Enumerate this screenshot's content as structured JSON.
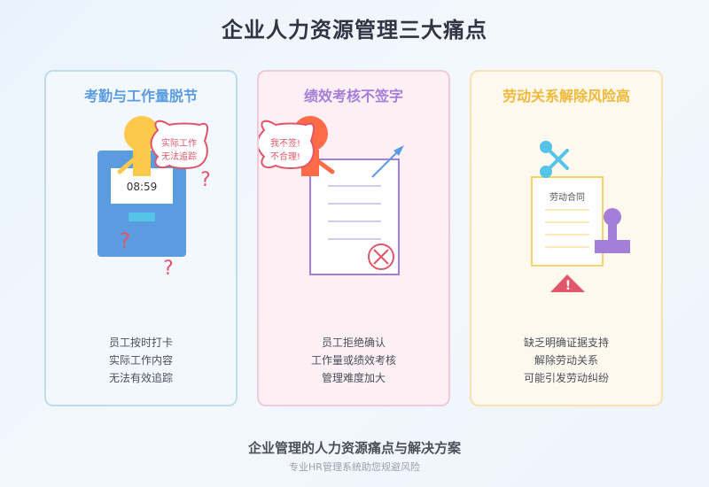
{
  "page": {
    "title": "企业人力资源管理三大痛点",
    "footer_title": "企业管理的人力资源痛点与解决方案",
    "footer_subtitle": "专业HR管理系统助您规避风险"
  },
  "cards": [
    {
      "title": "考勤与工作量脱节",
      "clock_time": "08:59",
      "bubble_lines": [
        "实际工作",
        "无法追踪"
      ],
      "question_mark": "?",
      "desc_lines": [
        "员工按时打卡",
        "实际工作内容",
        "无法有效追踪"
      ],
      "accent_color": "#5b9be0"
    },
    {
      "title": "绩效考核不签字",
      "bubble_lines": [
        "我不签!",
        "不合理!"
      ],
      "desc_lines": [
        "员工拒绝确认",
        "工作量或绩效考核",
        "管理难度加大"
      ],
      "accent_color": "#a47ed9"
    },
    {
      "title": "劳动关系解除风险高",
      "contract_label": "劳动合同",
      "warning_mark": "!",
      "desc_lines": [
        "缺乏明确证据支持",
        "解除劳动关系",
        "可能引发劳动纠纷"
      ],
      "accent_color": "#f0b93a"
    }
  ]
}
